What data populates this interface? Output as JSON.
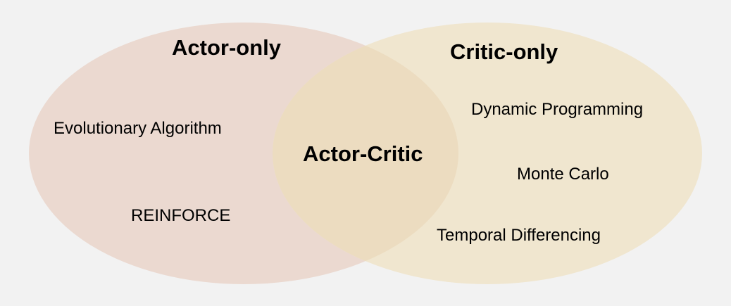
{
  "colors": {
    "background": "#f2f2f2",
    "actor_only_fill": "#ebd9d0",
    "critic_only_fill": "#f0e6cf",
    "overlap_fill": "#ecdcc0",
    "text": "#000000"
  },
  "sets": {
    "actor_only": {
      "title": "Actor-only",
      "items": [
        "Evolutionary Algorithm",
        "REINFORCE"
      ]
    },
    "critic_only": {
      "title": "Critic-only",
      "items": [
        "Dynamic Programming",
        "Monte Carlo",
        "Temporal Differencing"
      ]
    },
    "intersection": {
      "title": "Actor-Critic"
    }
  }
}
